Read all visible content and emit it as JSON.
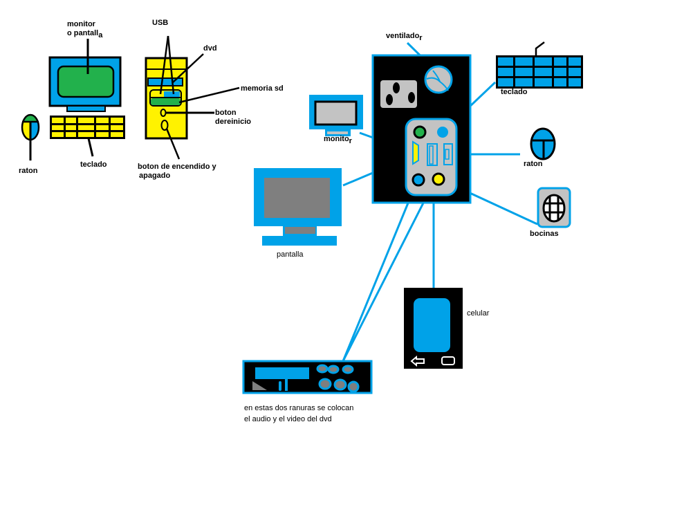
{
  "colors": {
    "blue": "#00a2e8",
    "green": "#22b14c",
    "yellow": "#fff200",
    "black": "#000000",
    "gray_light": "#c3c3c3",
    "gray_dark": "#7f7f7f",
    "white": "#ffffff"
  },
  "left_computer": {
    "monitor_label_line1": "monitor",
    "monitor_label_line2": "o pantall",
    "monitor_label_sub": "a",
    "keyboard_label": "teclado",
    "mouse_label": "raton"
  },
  "tower": {
    "usb_label": "USB",
    "dvd_label": "dvd",
    "sd_label": "memoria sd",
    "reset_label_line1": "boton",
    "reset_label_line2a": "de",
    "reset_label_line2b": "reinicio",
    "power_label_line1": "boton de encendido y",
    "power_label_line2": "apagado"
  },
  "back_panel": {
    "fan_label": "ventilado",
    "fan_label_sub": "r",
    "keyboard_label": "teclado",
    "mouse_label": "raton",
    "speakers_label": "bocinas",
    "monitor_label": "monito",
    "monitor_label_sub": "r",
    "screen_label": "pantalla",
    "phone_label": "celular",
    "dvd_note_line1": "en estas dos ranuras se colocan",
    "dvd_note_line2": "el audio y el video del dvd"
  }
}
